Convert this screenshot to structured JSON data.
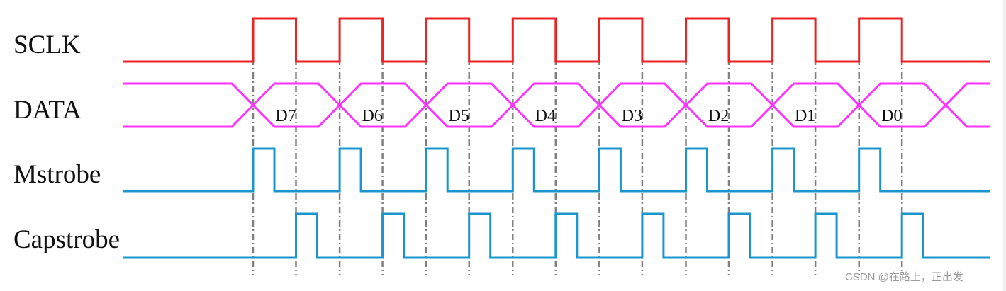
{
  "signals": [
    {
      "name": "SCLK",
      "color": "#ee2222"
    },
    {
      "name": "DATA",
      "color": "#ff33ff"
    },
    {
      "name": "Mstrobe",
      "color": "#1a96cc"
    },
    {
      "name": "Capstrobe",
      "color": "#1a96cc"
    }
  ],
  "data_bits": [
    "D7",
    "D6",
    "D5",
    "D4",
    "D3",
    "D2",
    "D1",
    "D0"
  ],
  "clock_cycles": 8,
  "guide_color": "#808080",
  "watermark": "CSDN @在路上，正出发"
}
